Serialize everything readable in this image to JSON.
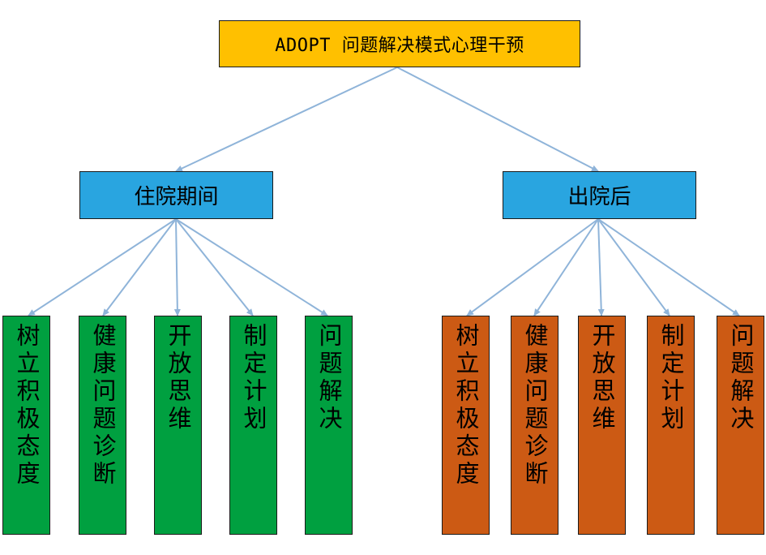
{
  "colors": {
    "root_fill": "#ffc000",
    "mid_fill": "#29a5e0",
    "left_leaf_fill": "#00a040",
    "right_leaf_fill": "#cc5a14",
    "connector": "#8fb4d9"
  },
  "root": {
    "label": "ADOPT 问题解决模式心理干预"
  },
  "branches": [
    {
      "label": "住院期间",
      "leaves": [
        "树立积极态度",
        "健康问题诊断",
        "开放思维",
        "制定计划",
        "问题解决"
      ]
    },
    {
      "label": "出院后",
      "leaves": [
        "树立积极态度",
        "健康问题诊断",
        "开放思维",
        "制定计划",
        "问题解决"
      ]
    }
  ]
}
